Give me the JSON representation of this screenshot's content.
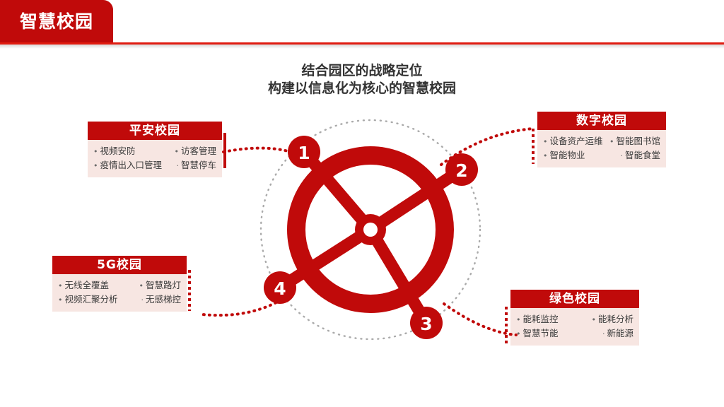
{
  "header": {
    "title": "智慧校园",
    "accent_color": "#C00A0A",
    "rule_color": "#E01B10"
  },
  "main_title": {
    "line1": "结合园区的战略定位",
    "line2": "构建以信息化为核心的智慧校园"
  },
  "cards": [
    {
      "id": "safe",
      "number": "1",
      "title": "平安校园",
      "items": [
        "视频安防",
        "访客管理",
        "疫情出入口管理",
        "智慧停车"
      ]
    },
    {
      "id": "digital",
      "number": "2",
      "title": "数字校园",
      "items": [
        "设备资产运维",
        "智能图书馆",
        "智能物业",
        "智能食堂"
      ]
    },
    {
      "id": "green",
      "number": "3",
      "title": "绿色校园",
      "items": [
        "能耗监控",
        "能耗分析",
        "智慧节能",
        "新能源"
      ]
    },
    {
      "id": "fiveg",
      "number": "4",
      "title": "5G校园",
      "items": [
        "无线全覆盖",
        "智慧路灯",
        "视频汇聚分析",
        "无感梯控"
      ]
    }
  ],
  "diagram": {
    "center_icon": "ship-wheel-icon",
    "badges": [
      {
        "label": "1",
        "position": "top-left"
      },
      {
        "label": "2",
        "position": "top-right"
      },
      {
        "label": "3",
        "position": "bottom-right"
      },
      {
        "label": "4",
        "position": "bottom-left"
      }
    ],
    "orbit_color": "#AAAAAA",
    "connector_color": "#C00A0A",
    "bullet": "•",
    "bullet_small": "·"
  }
}
